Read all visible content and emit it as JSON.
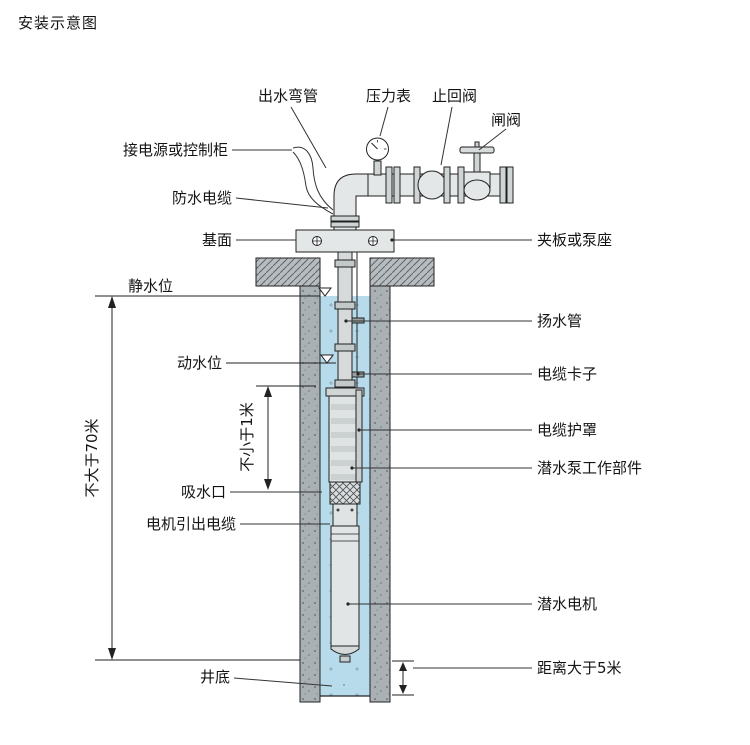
{
  "title": "安装示意图",
  "colors": {
    "water": "#b7dbea",
    "wall_concrete": "#aab1b5",
    "pump_body": "#e2e5e5",
    "outline": "#222222"
  },
  "labels": {
    "top": {
      "outlet_elbow": "出水弯管",
      "pressure_gauge": "压力表",
      "check_valve": "止回阀",
      "gate_valve": "闸阀"
    },
    "left": {
      "power_or_control": "接电源或控制柜",
      "waterproof_cable": "防水电缆",
      "base_surface": "基面",
      "static_water_level": "静水位",
      "dynamic_water_level": "动水位",
      "suction_inlet": "吸水口",
      "motor_lead_cable": "电机引出电缆",
      "well_bottom": "井底"
    },
    "right": {
      "clamp_or_pump_seat": "夹板或泵座",
      "riser_pipe": "扬水管",
      "cable_clamp": "电缆卡子",
      "cable_guard": "电缆护罩",
      "pump_working_parts": "潜水泵工作部件",
      "submersible_motor": "潜水电机",
      "distance_gt_5m": "距离大于5米"
    },
    "dimensions": {
      "max_depth": "不大于70米",
      "min_submergence": "不小于1米"
    }
  }
}
